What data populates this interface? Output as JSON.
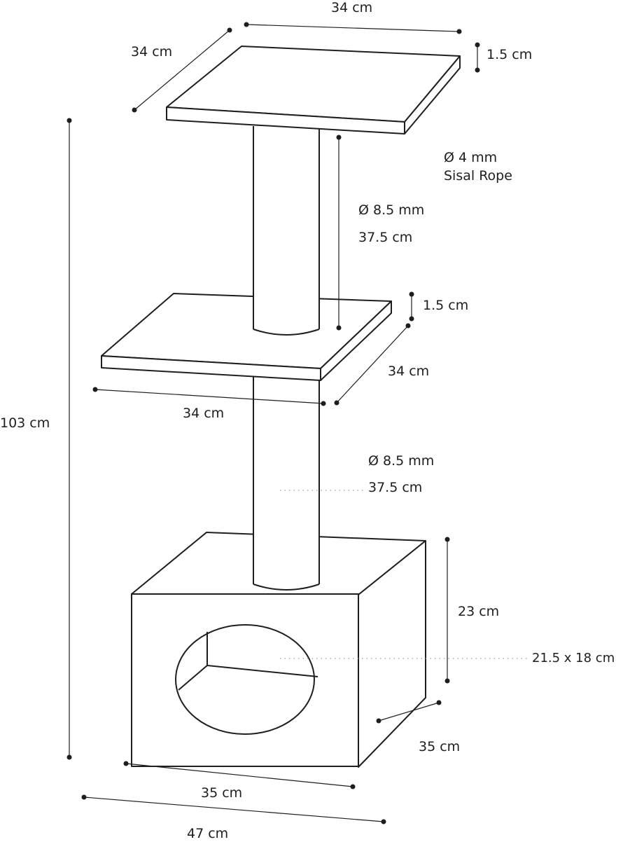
{
  "dimensions": {
    "top_width": "34 cm",
    "top_depth": "34 cm",
    "top_thickness": "1.5 cm",
    "rope": "Ø 4 mm\nSisal Rope",
    "upper_post_diameter": "Ø 8.5 mm",
    "upper_post_length": "37.5 cm",
    "mid_thickness": "1.5 cm",
    "mid_depth": "34 cm",
    "mid_width": "34 cm",
    "total_height": "103 cm",
    "lower_post_diameter": "Ø 8.5 mm",
    "lower_post_length": "37.5 cm",
    "box_height": "23 cm",
    "opening": "21.5 x 18 cm",
    "box_depth": "35 cm",
    "box_width": "35 cm",
    "base_width": "47 cm"
  },
  "colors": {
    "line": "#1e1e1e",
    "leader": "#9a9a9a",
    "background": "#ffffff"
  }
}
